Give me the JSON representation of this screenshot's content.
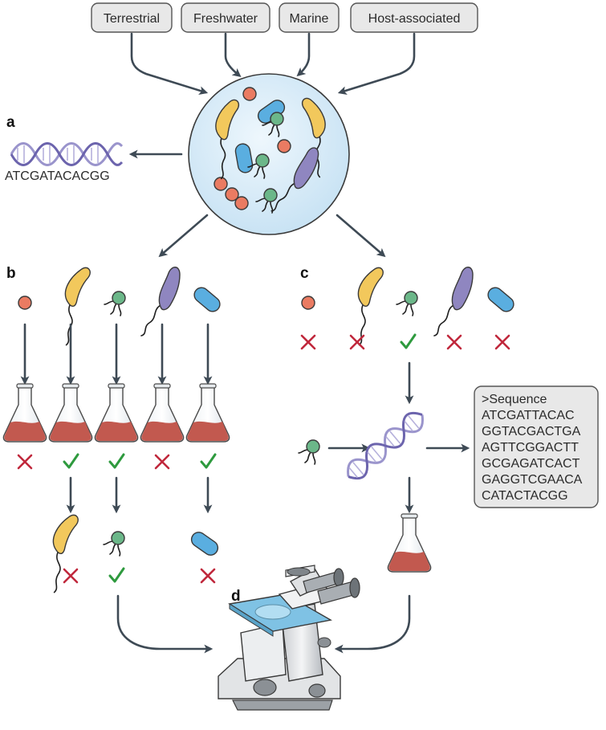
{
  "environments": [
    "Terrestrial",
    "Freshwater",
    "Marine",
    "Host-associated"
  ],
  "panels": {
    "a": "a",
    "b": "b",
    "c": "c",
    "d": "d"
  },
  "dna_sequence_short": "ATCGATACACGG",
  "sequence_box": {
    "header": ">Sequence",
    "lines": [
      "ATCGATTACAC",
      "GGTACGACTGA",
      "AGTTCGGACTT",
      "GCGAGATCACT",
      "GAGGTCGAACA",
      "CATACTACGG"
    ]
  },
  "culture_results_b": [
    "fail",
    "success",
    "success",
    "fail",
    "success"
  ],
  "isolate_results_b": [
    "fail",
    "success",
    "fail"
  ],
  "culture_results_c": [
    "fail",
    "fail",
    "success",
    "fail",
    "fail"
  ],
  "colors": {
    "sphere": "#d9ecf8",
    "coccus": "#ea7b62",
    "vibrio": "#f2c85c",
    "green": "#6bb789",
    "purple": "#8f86c0",
    "rod": "#5aaee0",
    "broth": "#c2594f",
    "success": "#2e9a3e",
    "failure": "#c0283c",
    "arrow": "#3e4a55"
  }
}
